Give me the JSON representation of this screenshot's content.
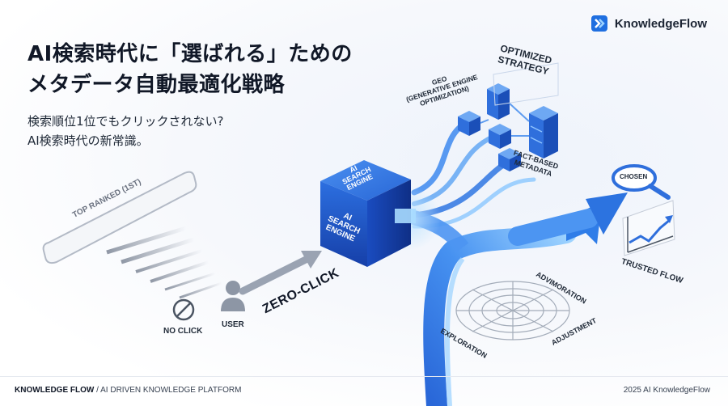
{
  "brand": {
    "name": "KnowledgeFlow",
    "logo_icon": "knowledgeflow-logo-icon",
    "accent": "#1f6fe0"
  },
  "headline": {
    "line1": "AI検索時代に「選ばれる」ための",
    "line2": "メタデータ自動最適化戦略"
  },
  "subcopy": {
    "line1": "検索順位1位でもクリックされない?",
    "line2": "AI検索時代の新常識。"
  },
  "left_scene": {
    "search_bar_label": "TOP RANKED (1ST)",
    "no_click_label": "NO CLICK",
    "no_click_icon": "prohibited-icon",
    "user_label": "USER",
    "user_icon": "user-icon",
    "zero_click_label": "ZERO-CLICK"
  },
  "ai_engine": {
    "top_label": "AI\nSEARCH\nENGINE",
    "front_label": "AI\nSEARCH\nENGINE"
  },
  "strategy": {
    "geo_line1": "GEO",
    "geo_line2": "(GENERATIVE ENGINE",
    "geo_line3": "OPTIMIZATION)",
    "optimized_line1": "OPTIMIZED",
    "optimized_line2": "STRATEGY",
    "fact_line1": "FACT-BASED",
    "fact_line2": "METADATA"
  },
  "result": {
    "chosen_label": "CHOSEN",
    "chosen_icon": "magnifier-icon",
    "trusted_label": "TRUSTED FLOW",
    "trusted_icon": "trend-chart-icon"
  },
  "radar": {
    "label_top": "ADVIMORATION",
    "label_left": "EXPLORATION",
    "label_right": "ADJUSTMENT",
    "radar_icon": "radar-icon"
  },
  "footer": {
    "brand": "KNOWLEDGE FLOW",
    "separator": " / ",
    "tagline": "AI DRIVEN KNOWLEDGE PLATFORM",
    "copyright": "2025 AI KnowledgeFlow"
  },
  "colors": {
    "blue_dark": "#1247b8",
    "blue_mid": "#2f7de8",
    "blue_light": "#7fc0ff",
    "text_dark": "#111827",
    "grey": "#9aa3b2"
  }
}
